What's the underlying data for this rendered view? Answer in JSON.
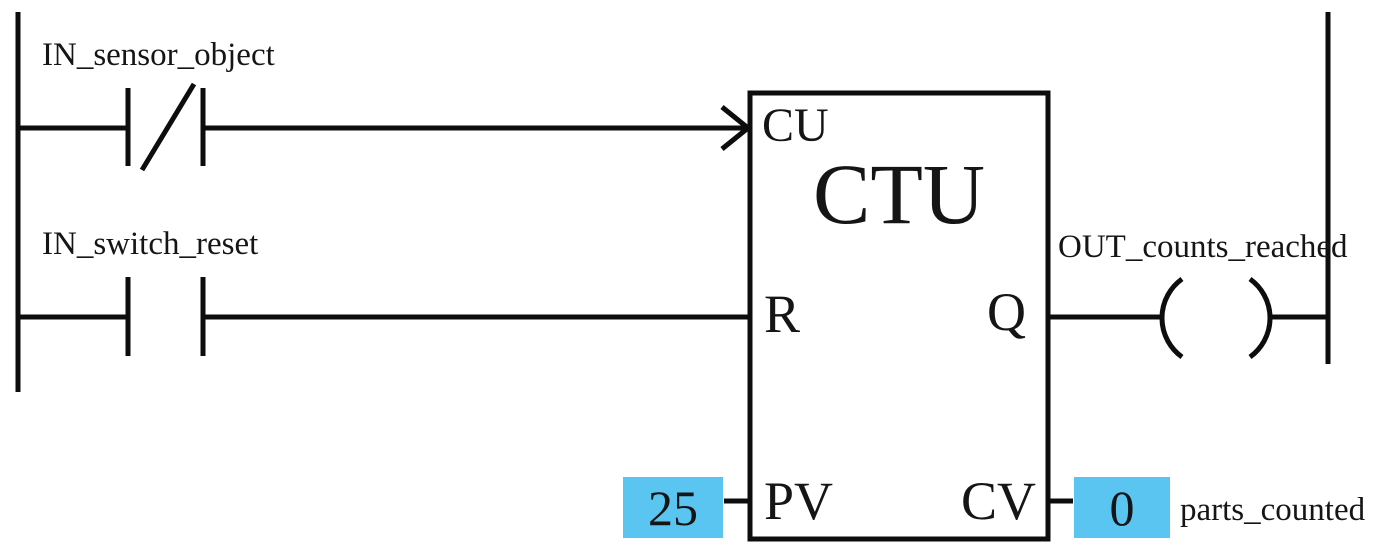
{
  "rung1": {
    "contact_label": "IN_sensor_object",
    "contact_type": "normally-closed-contact"
  },
  "rung2": {
    "contact_label": "IN_switch_reset",
    "contact_type": "normally-open-contact"
  },
  "counter": {
    "title": "CTU",
    "inputs": {
      "cu": "CU",
      "r": "R",
      "pv": "PV"
    },
    "outputs": {
      "q": "Q",
      "cv": "CV"
    },
    "preset_value": "25",
    "current_value": "0",
    "current_value_variable": "parts_counted"
  },
  "coil": {
    "label": "OUT_counts_reached"
  },
  "colors": {
    "line": "#0d0d0d",
    "value_highlight": "#5bc5f2",
    "text": "#151515",
    "background": "#ffffff"
  }
}
